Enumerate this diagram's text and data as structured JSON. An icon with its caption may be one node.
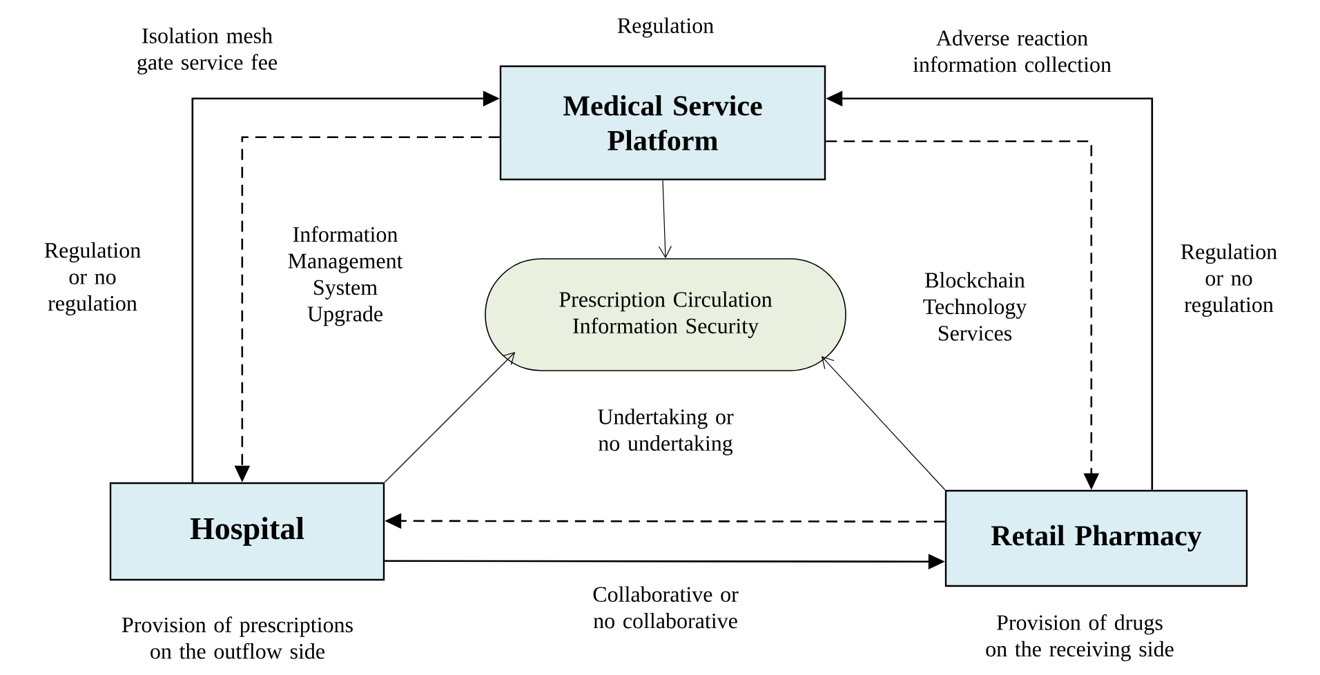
{
  "diagram": {
    "nodes": [
      {
        "text": [
          "Medical Service Platform"
        ],
        "beside": [
          "Regulation"
        ]
      },
      {
        "text": [
          "Prescription Circulation Information Security"
        ]
      },
      {
        "text": [
          "Hospital"
        ],
        "beside": [
          "Provision of prescriptions on the outflow side"
        ]
      },
      {
        "text": [
          "Retail Pharmacy"
        ],
        "beside": [
          "Provision of drugs on the receiving side"
        ]
      }
    ],
    "edges": [
      {
        "from": 2,
        "to": 0,
        "arrow": "to",
        "label": "Isolation mesh gate service fee"
      },
      {
        "from": 0,
        "to": 2,
        "arrow": "to",
        "style": "dashed",
        "label": "Information Management System Upgrade"
      },
      {
        "from": 3,
        "to": 0,
        "arrow": "to",
        "label": "Adverse reaction information collection"
      },
      {
        "from": 0,
        "to": 3,
        "arrow": "to",
        "style": "dashed",
        "label": "Blockchain Technology Services"
      },
      {
        "from": 0,
        "to": 1,
        "arrow": "to"
      },
      {
        "from": 2,
        "to": 1,
        "arrow": "to"
      },
      {
        "from": 3,
        "to": 1,
        "arrow": "to"
      },
      {
        "from": 3,
        "to": 2,
        "arrow": "to",
        "style": "dashed",
        "label": "Undertaking or no undertaking"
      },
      {
        "from": 2,
        "to": 3,
        "arrow": "to",
        "label": "Collaborative or no collaborative"
      }
    ],
    "labels": [
      "Regulation or no regulation",
      "Regulation or no regulation"
    ]
  }
}
